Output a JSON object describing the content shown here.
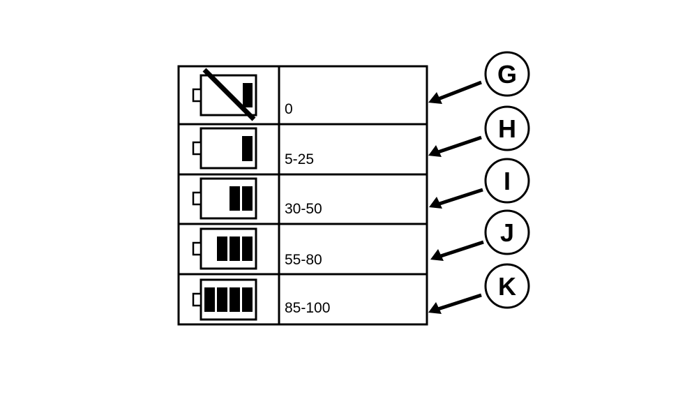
{
  "rows": [
    {
      "range": "0",
      "callout": "G",
      "bars": 1,
      "crossed": true
    },
    {
      "range": "5-25",
      "callout": "H",
      "bars": 1,
      "crossed": false
    },
    {
      "range": "30-50",
      "callout": "I",
      "bars": 2,
      "crossed": false
    },
    {
      "range": "55-80",
      "callout": "J",
      "bars": 3,
      "crossed": false
    },
    {
      "range": "85-100",
      "callout": "K",
      "bars": 4,
      "crossed": false
    }
  ],
  "icons": {
    "battery": "battery-icon",
    "battery_empty": "battery-empty-icon",
    "arrow": "arrow-left-icon"
  },
  "colors": {
    "ink": "#000000",
    "paper": "#ffffff"
  }
}
